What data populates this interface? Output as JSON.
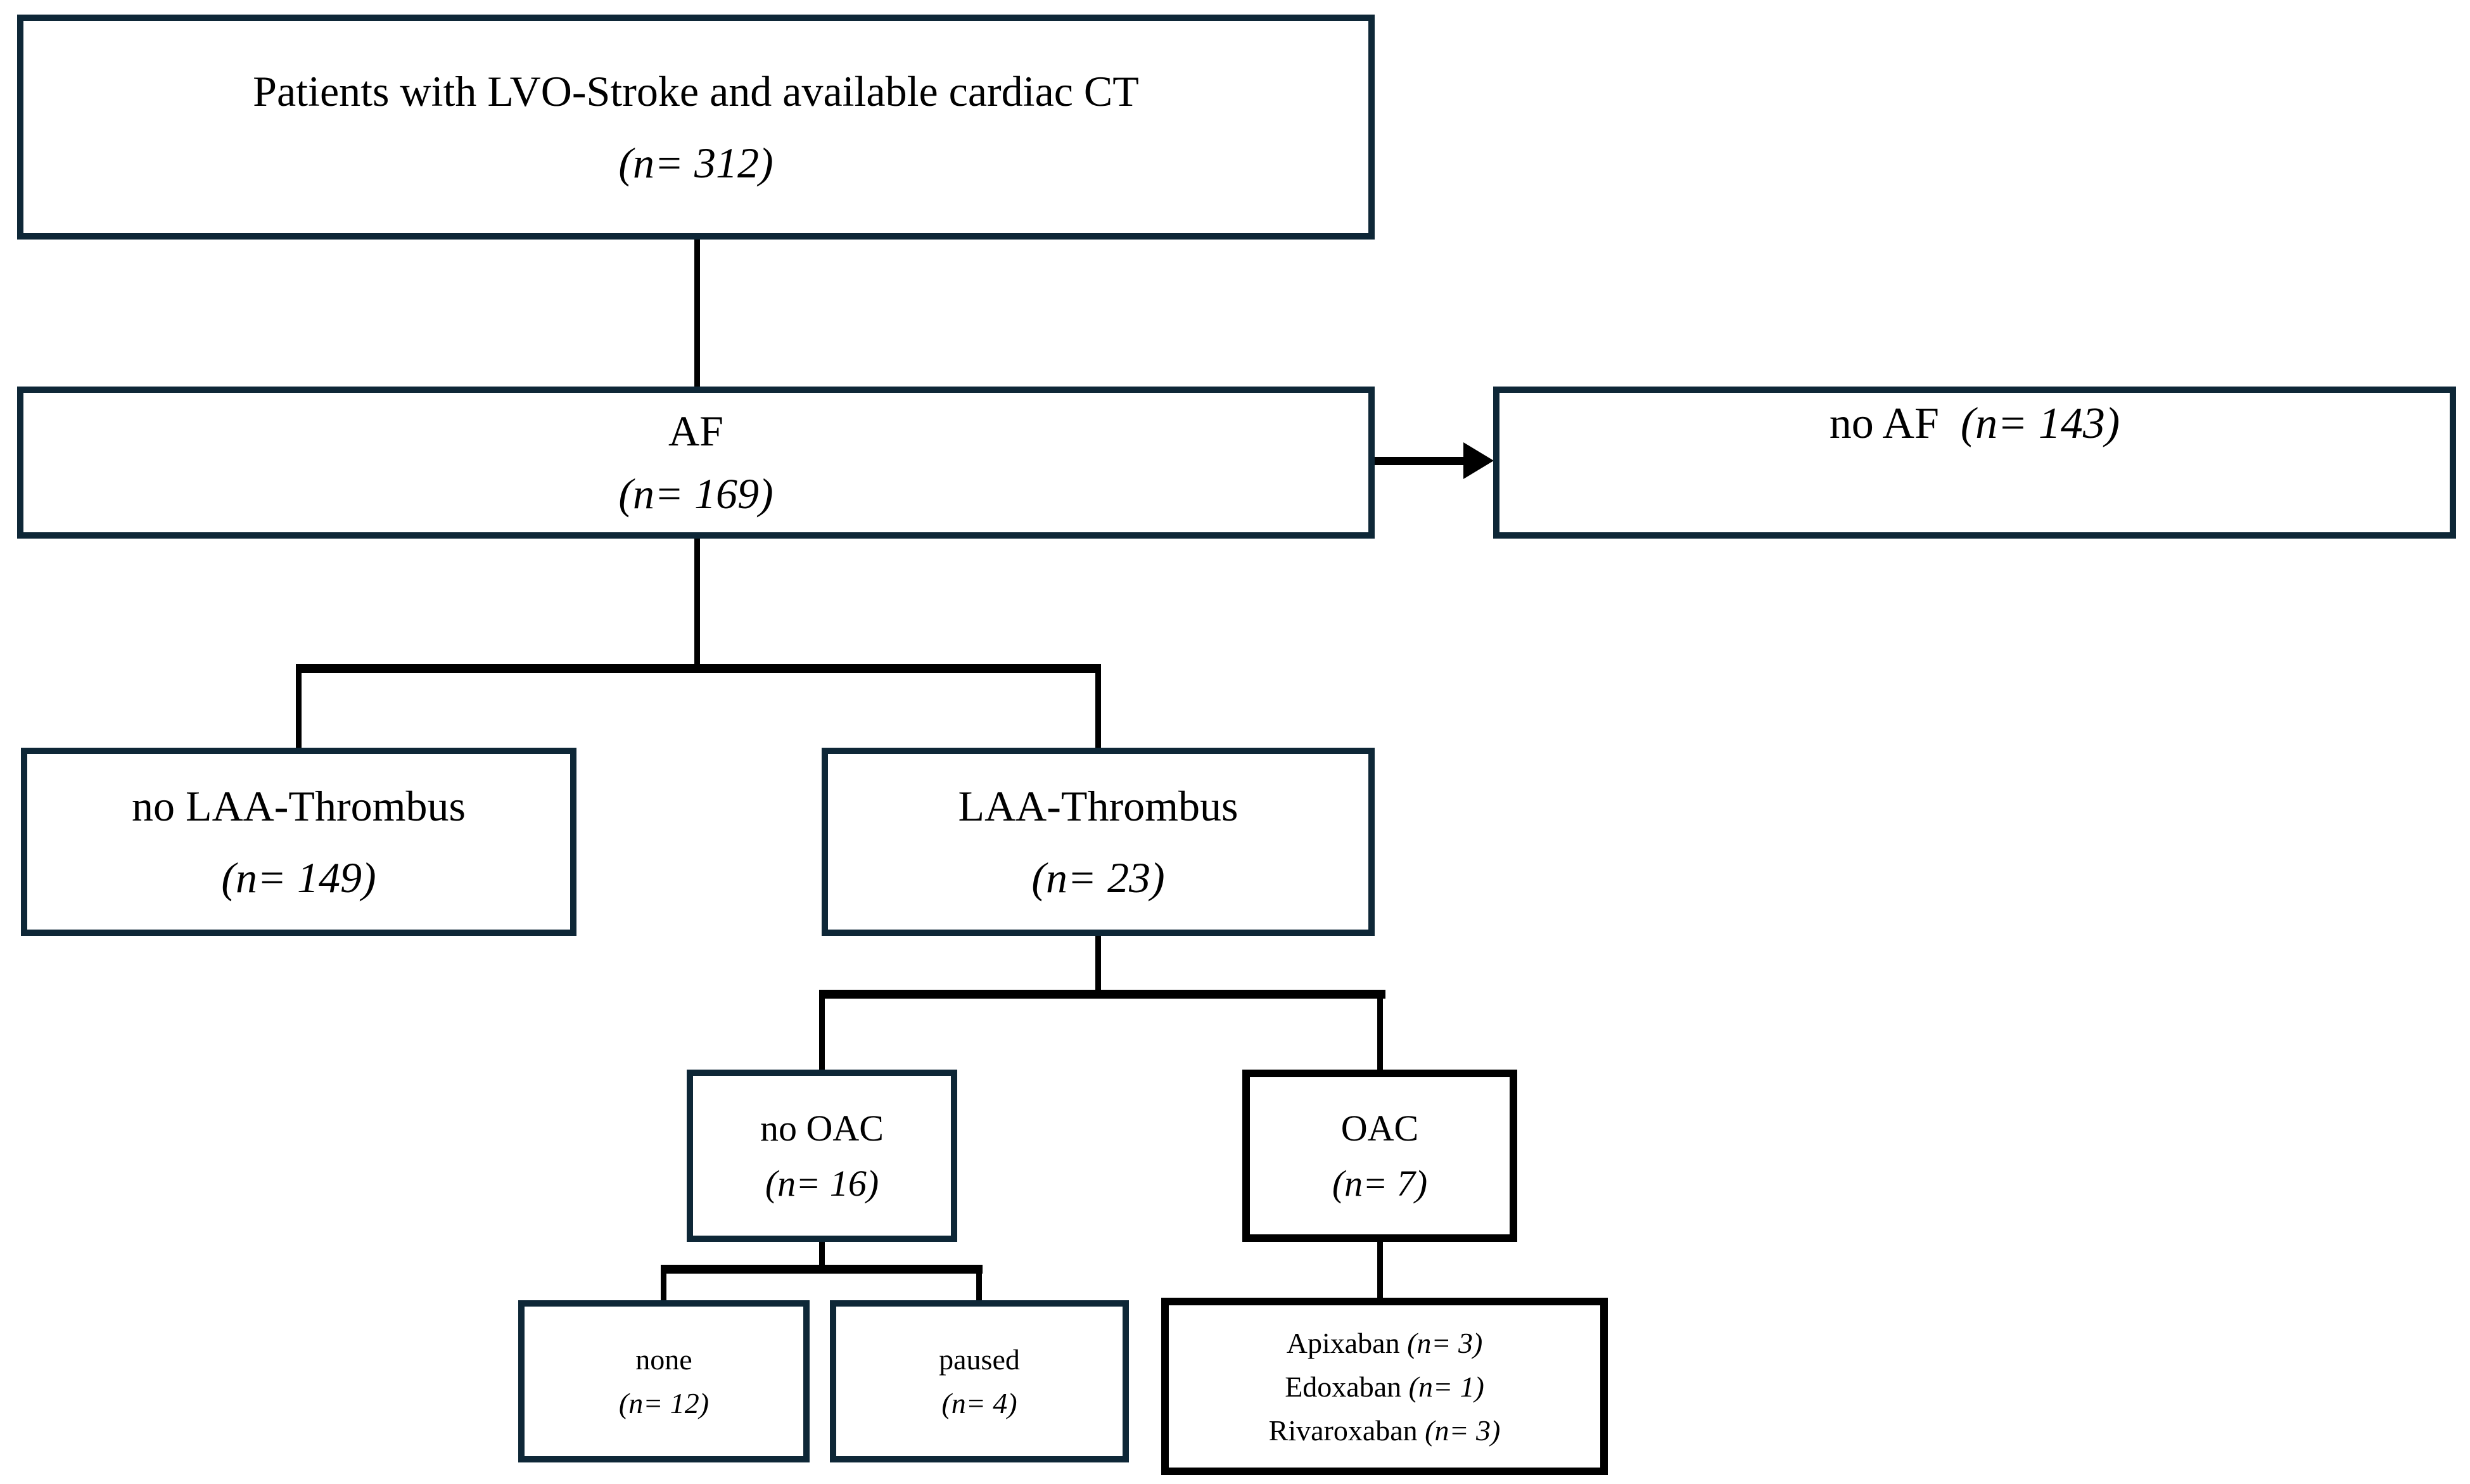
{
  "colors": {
    "box_border_navy": "#0e2737",
    "box_border_black": "#000000",
    "line_black": "#000000",
    "background": "#ffffff"
  },
  "boxes": {
    "patients": {
      "label": "Patients with LVO-Stroke and available cardiac CT",
      "n": "(n= 312)"
    },
    "af": {
      "label": "AF",
      "n": "(n= 169)"
    },
    "no_af": {
      "label": "no AF",
      "n": "(n= 143)"
    },
    "no_laa": {
      "label": "no LAA-Thrombus",
      "n": "(n= 149)"
    },
    "laa": {
      "label": "LAA-Thrombus",
      "n": "(n= 23)"
    },
    "no_oac": {
      "label": "no OAC",
      "n": "(n= 16)"
    },
    "oac": {
      "label": "OAC",
      "n": "(n= 7)"
    },
    "none": {
      "label": "none",
      "n": "(n= 12)"
    },
    "paused": {
      "label": "paused",
      "n": "(n= 4)"
    },
    "oac_drugs": {
      "lines": [
        {
          "name": "Apixaban",
          "n": "(n= 3)"
        },
        {
          "name": "Edoxaban",
          "n": "(n= 1)"
        },
        {
          "name": "Rivaroxaban",
          "n": "(n= 3)"
        }
      ]
    }
  }
}
